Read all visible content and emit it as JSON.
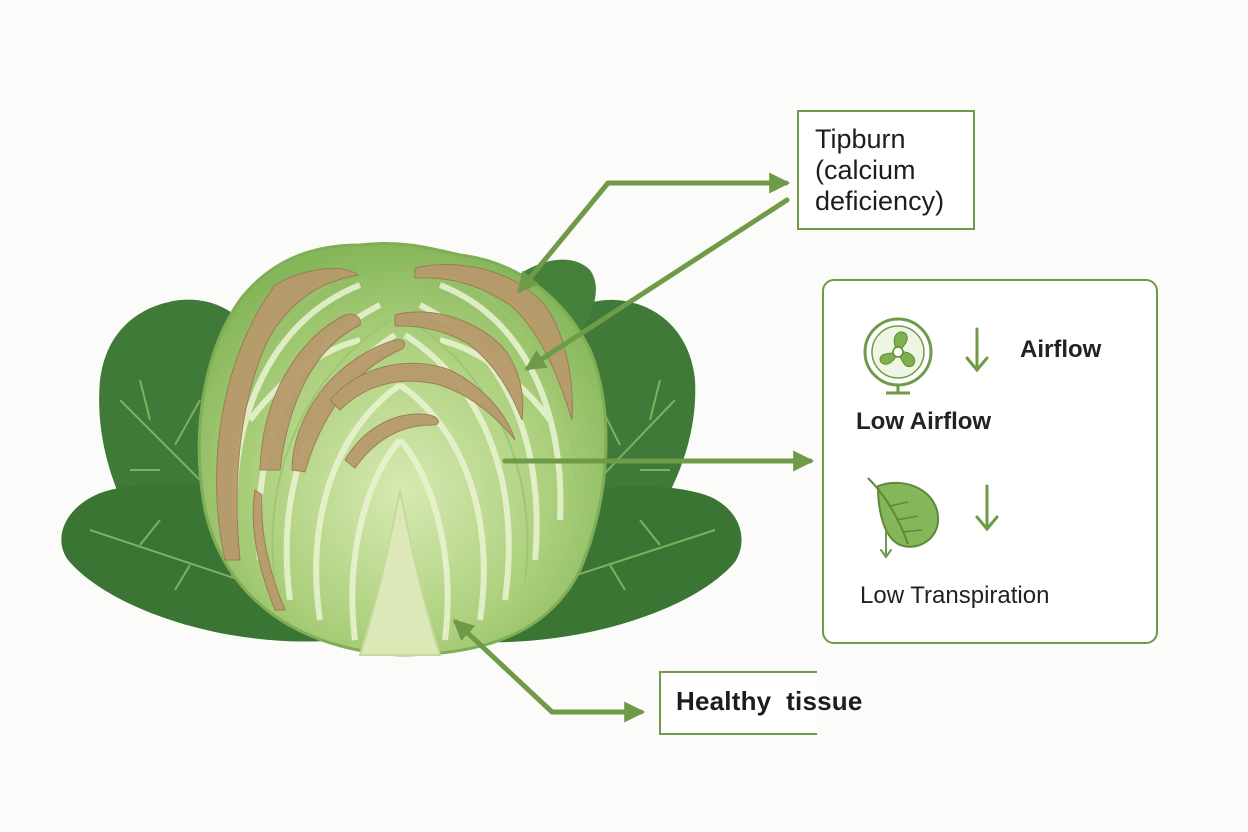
{
  "labels": {
    "tipburn": [
      "Tipburn",
      "(calcium",
      "deficiency)"
    ],
    "healthy": "Healthy  tissue"
  },
  "factors": {
    "airflow_indicator": "Airflow",
    "low_airflow": "Low Airflow",
    "low_transpiration": "Low Transpiration"
  },
  "icons": {
    "fan": "fan-icon",
    "leaf": "leaf-icon",
    "down_arrow": "down-arrow-icon"
  },
  "colors": {
    "accent": "#6f9a47",
    "outer_leaf": "#3f7a38",
    "head_light": "#c9e0a3",
    "head_mid": "#9cc66e",
    "tipburn": "#b89a6c",
    "core": "#dde8b9"
  }
}
